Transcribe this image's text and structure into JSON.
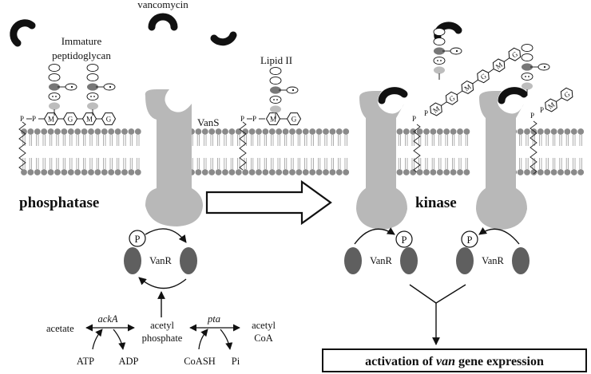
{
  "labels": {
    "vancomycin": "vancomycin",
    "immature_pg_line1": "Immature",
    "immature_pg_line2": "peptidoglycan",
    "lipid_ii": "Lipid II",
    "vans": "VanS",
    "phosphatase": "phosphatase",
    "kinase": "kinase",
    "vanr": "VanR",
    "p": "P",
    "m": "M",
    "g": "G",
    "lipid_p": "P",
    "acetate": "acetate",
    "acka": "ackA",
    "atp": "ATP",
    "adp": "ADP",
    "acetyl_phosphate_line1": "acetyl",
    "acetyl_phosphate_line2": "phosphate",
    "pta": "pta",
    "coash": "CoASH",
    "pi": "Pi",
    "acetyl_coa_line1": "acetyl",
    "acetyl_coa_line2": "CoA",
    "activation_prefix": "activation of ",
    "activation_gene": "van",
    "activation_suffix": " gene expression"
  },
  "colors": {
    "membrane_lipid": "#8a8a8a",
    "protein": "#b8b8b8",
    "vanr": "#5f5f5f",
    "vancomycin": "#111111"
  }
}
